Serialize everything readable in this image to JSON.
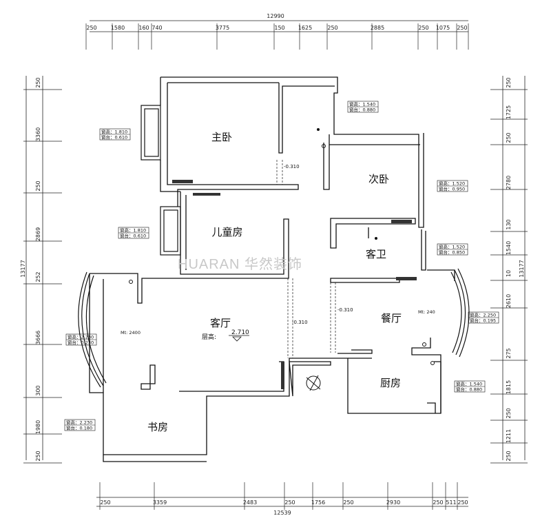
{
  "dims": {
    "top_total": "12990",
    "top": [
      "250",
      "1580",
      "160",
      "740",
      "3775",
      "150",
      "1625",
      "250",
      "2885",
      "250",
      "1075",
      "250"
    ],
    "bottom_total": "12539",
    "bottom": [
      "250",
      "3359",
      "2483",
      "250",
      "1756",
      "250",
      "2930",
      "250",
      "511",
      "250"
    ],
    "left_total": "13177",
    "left": [
      "250",
      "3360",
      "250",
      "2869",
      "252",
      "3666",
      "300",
      "1980",
      "250"
    ],
    "right_total": "13177",
    "right": [
      "250",
      "1725",
      "250",
      "2780",
      "130",
      "1540",
      "10",
      "2610",
      "275",
      "1815",
      "250",
      "1211",
      "250"
    ]
  },
  "rooms": {
    "master": "主卧",
    "second": "次卧",
    "kids": "儿童房",
    "guest_bath": "客卫",
    "living": "客厅",
    "dining": "餐厅",
    "kitchen": "厨房",
    "study": "书房"
  },
  "floor_height": {
    "label": "层高:",
    "value": "2.710"
  },
  "level_marks": [
    "-0.310",
    "-0.310",
    "-0.310"
  ],
  "ceiling_marks": [
    "Mt: 2400",
    "Mt: 240"
  ],
  "window_tags": [
    {
      "h": "窗高：1.540",
      "s": "窗台：0.880"
    },
    {
      "h": "窗高：1.810",
      "s": "窗台：0.610"
    },
    {
      "h": "窗高：1.520",
      "s": "窗台：0.950"
    },
    {
      "h": "窗高：1.810",
      "s": "窗台：0.610"
    },
    {
      "h": "窗高：1.520",
      "s": "窗台：0.850"
    },
    {
      "h": "窗高：2.250",
      "s": "窗台：0.195"
    },
    {
      "h": "窗高：2.230",
      "s": "窗台：0.230"
    },
    {
      "h": "窗高：1.540",
      "s": "窗台：0.880"
    },
    {
      "h": "窗高：2.230",
      "s": "窗台：0.180"
    }
  ],
  "watermark": "HUARAN 华然装饰"
}
